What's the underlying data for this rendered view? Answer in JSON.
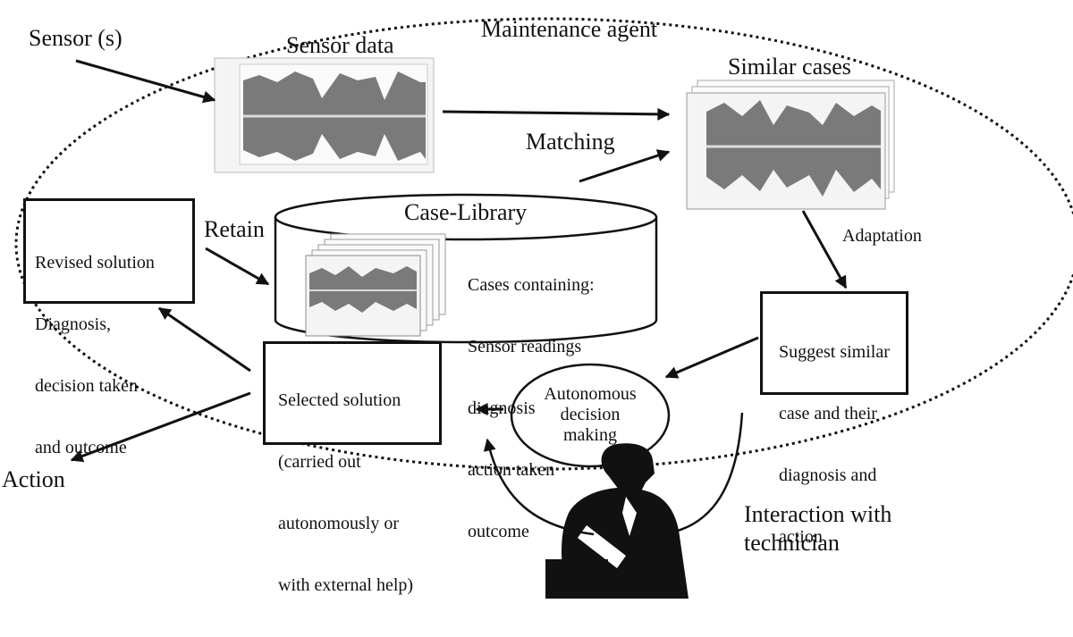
{
  "title": "Maintenance agent",
  "sensor_label": "Sensor (s)",
  "sensor_data_label": "Sensor data",
  "similar_cases_label": "Similar cases",
  "matching_label": "Matching",
  "adaptation_label": "Adaptation",
  "retain_label": "Retain",
  "action_label": "Action",
  "case_library": {
    "title": "Case-Library",
    "contents": [
      "Cases containing:",
      "Sensor readings",
      "diagnosis",
      "action taken",
      "outcome"
    ]
  },
  "revised_solution": [
    "Revised solution",
    "Diagnosis,",
    "decision taken",
    "and outcome"
  ],
  "suggest_box": [
    "Suggest similar",
    "case and their",
    "diagnosis and",
    "action"
  ],
  "selected_solution": [
    "Selected solution",
    "(carried out",
    "autonomously or",
    "with external help)"
  ],
  "autonomous_decision": [
    "Autonomous",
    "decision",
    "making"
  ],
  "technician_label": [
    "Interaction with",
    "technician"
  ],
  "colors": {
    "ink": "#111111",
    "plot_fill": "#7a7a7a",
    "plot_bg": "#f2f2f2"
  }
}
